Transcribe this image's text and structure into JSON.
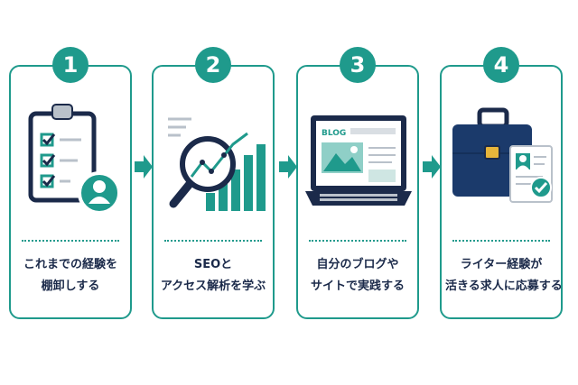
{
  "steps": [
    {
      "number": "1",
      "line1": "これまでの経験を",
      "line2": "棚卸しする"
    },
    {
      "number": "2",
      "line1": "SEOと",
      "line2": "アクセス解析を学ぶ"
    },
    {
      "number": "3",
      "line1": "自分のブログや",
      "line2": "サイトで実践する",
      "blog_label": "BLOG"
    },
    {
      "number": "4",
      "line1": "ライター経験が",
      "line2": "活きる求人に応募する"
    }
  ],
  "colors": {
    "teal": "#1f9a8c",
    "navy": "#1b2a4a",
    "gold": "#e7b53b"
  },
  "icons": [
    "clipboard-checklist-icon",
    "magnifier-growth-chart-icon",
    "laptop-blog-icon",
    "briefcase-resume-icon"
  ]
}
